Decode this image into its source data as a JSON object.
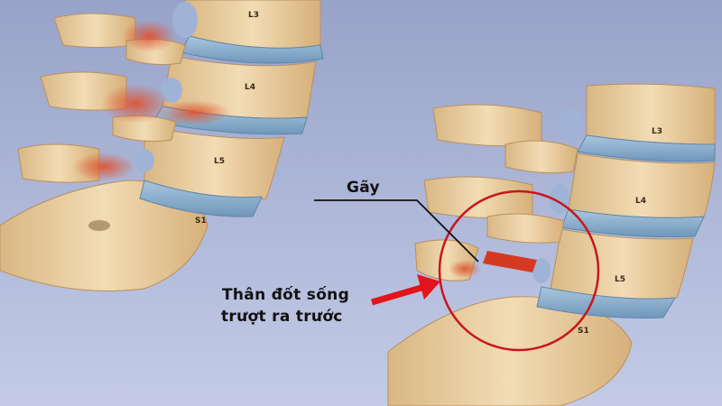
{
  "figure": {
    "background_color": "#a6b0d2",
    "bone_color": "#e9cfa2",
    "disc_color": "#8fb3d0",
    "inflammation_color": "#d9603a",
    "highlight_color": "#c8161d"
  },
  "left_spine": {
    "vertebra_labels": [
      "L3",
      "L4",
      "L5",
      "S1"
    ]
  },
  "right_spine": {
    "vertebra_labels": [
      "L3",
      "L4",
      "L5",
      "S1"
    ]
  },
  "annotations": {
    "fracture_label": "Gãy",
    "slip_label_line1": "Thân đốt sống",
    "slip_label_line2": "trượt ra trước"
  }
}
